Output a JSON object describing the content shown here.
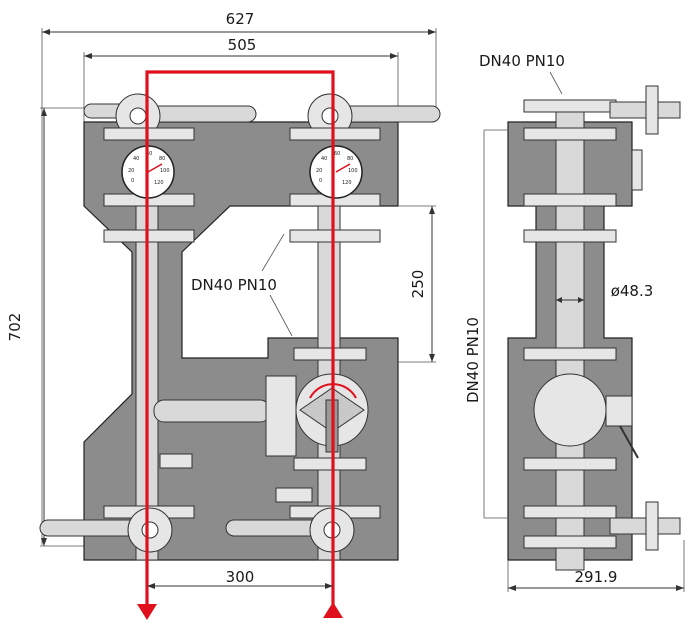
{
  "dimensions": {
    "total_width": "627",
    "inner_width": "505",
    "total_height": "702",
    "vertical_offset": "250",
    "bottom_spacing": "300",
    "side_depth": "291.9",
    "pipe_diameter": "ø48.3"
  },
  "labels": {
    "connection_top_right": "DN40 PN10",
    "connection_center": "DN40 PN10",
    "connection_side_vertical": "DN40 PN10"
  },
  "gauges": {
    "left_scale": [
      "0",
      "20",
      "40",
      "60",
      "80",
      "100",
      "120"
    ],
    "right_scale": [
      "0",
      "20",
      "40",
      "60",
      "80",
      "100",
      "120"
    ]
  },
  "colors": {
    "body": "#8c8c8c",
    "flow": "#e0101c",
    "pipe": "#d9d9d9"
  }
}
